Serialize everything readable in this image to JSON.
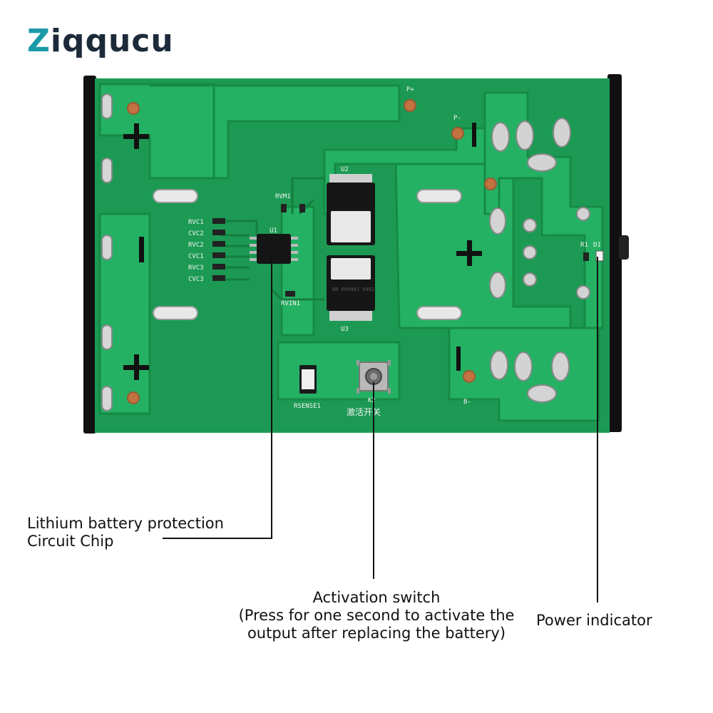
{
  "brand": {
    "logo_first": "Z",
    "logo_rest": "iqqucu"
  },
  "board": {
    "silkscreen": {
      "p_plus": "P+",
      "p_minus": "P-",
      "b_minus": "B-",
      "u1": "U1",
      "u2": "U2",
      "u3": "U3",
      "rvm1": "RVM1",
      "rvc1": "RVC1",
      "cvc2": "CVC2",
      "rvc2": "RVC2",
      "cvc1": "CVC1",
      "rvc3": "RVC3",
      "cvc3": "CVC3",
      "rvin1": "RVIN1",
      "rsense1": "RSENSE1",
      "k2": "K2",
      "r1": "R1",
      "d1": "D1",
      "chip_mark": "BR 060N03 9402",
      "switch_cn": "激活开关"
    },
    "colors": {
      "pcb": "#1fa35a",
      "trace": "#23b466",
      "pad": "#d9d9d9",
      "copper": "#c97a4a",
      "frame": "#111111"
    }
  },
  "callouts": {
    "chip": {
      "line1": "Lithium battery protection",
      "line2": "Circuit Chip"
    },
    "switch": {
      "line1": "Activation switch",
      "line2": "(Press for one second to activate the",
      "line3": "output after replacing the battery)"
    },
    "power": {
      "line1": "Power indicator"
    }
  }
}
